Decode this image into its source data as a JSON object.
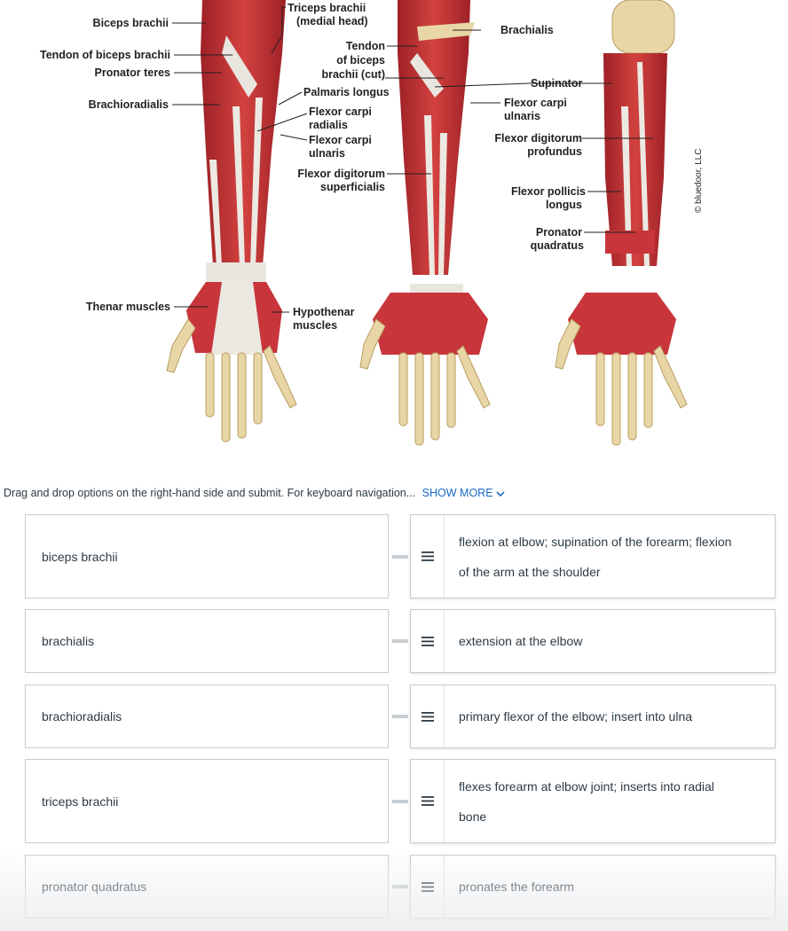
{
  "figure": {
    "labels": {
      "biceps_brachii": "Biceps brachii",
      "tendon_biceps": "Tendon of biceps brachii",
      "pronator_teres": "Pronator teres",
      "brachioradialis": "Brachioradialis",
      "thenar": "Thenar muscles",
      "triceps_l1": "Triceps brachii",
      "triceps_l2": "(medial head)",
      "tendon_cut_l1": "Tendon",
      "tendon_cut_l2": "of biceps",
      "tendon_cut_l3": "brachii (cut)",
      "palmaris_longus": "Palmaris longus",
      "fcr_l1": "Flexor carpi",
      "fcr_l2": "radialis",
      "fcu_l1": "Flexor carpi",
      "fcu_l2": "ulnaris",
      "fds_l1": "Flexor digitorum",
      "fds_l2": "superficialis",
      "hypothenar_l1": "Hypothenar",
      "hypothenar_l2": "muscles",
      "brachialis": "Brachialis",
      "supinator": "Supinator",
      "fcu2_l1": "Flexor carpi",
      "fcu2_l2": "ulnaris",
      "fdp_l1": "Flexor digitorum",
      "fdp_l2": "profundus",
      "fpl_l1": "Flexor pollicis",
      "fpl_l2": "longus",
      "pq_l1": "Pronator",
      "pq_l2": "quadratus",
      "copyright": "© bluedoor, LLC"
    }
  },
  "instructions": {
    "text": "Drag and drop options on the right-hand side and submit. For keyboard navigation...",
    "show_more": "SHOW MORE"
  },
  "matching": {
    "rows": [
      {
        "term": "biceps brachii",
        "answer_line1": "flexion at elbow; supination of the forearm; flexion",
        "answer_line2": "of the arm at the shoulder"
      },
      {
        "term": "brachialis",
        "answer_line1": "extension at the elbow",
        "answer_line2": ""
      },
      {
        "term": "brachioradialis",
        "answer_line1": "primary flexor of the elbow; insert into ulna",
        "answer_line2": ""
      },
      {
        "term": "triceps brachii",
        "answer_line1": "flexes forearm at elbow joint; inserts into radial",
        "answer_line2": "bone"
      },
      {
        "term": "pronator quadratus",
        "answer_line1": "pronates the forearm",
        "answer_line2": ""
      }
    ]
  },
  "colors": {
    "muscle": "#c8353a",
    "tendon": "#e9e6e0",
    "bone": "#e8d6a6",
    "link": "#1b6ac9",
    "border": "#c7cdd1"
  }
}
